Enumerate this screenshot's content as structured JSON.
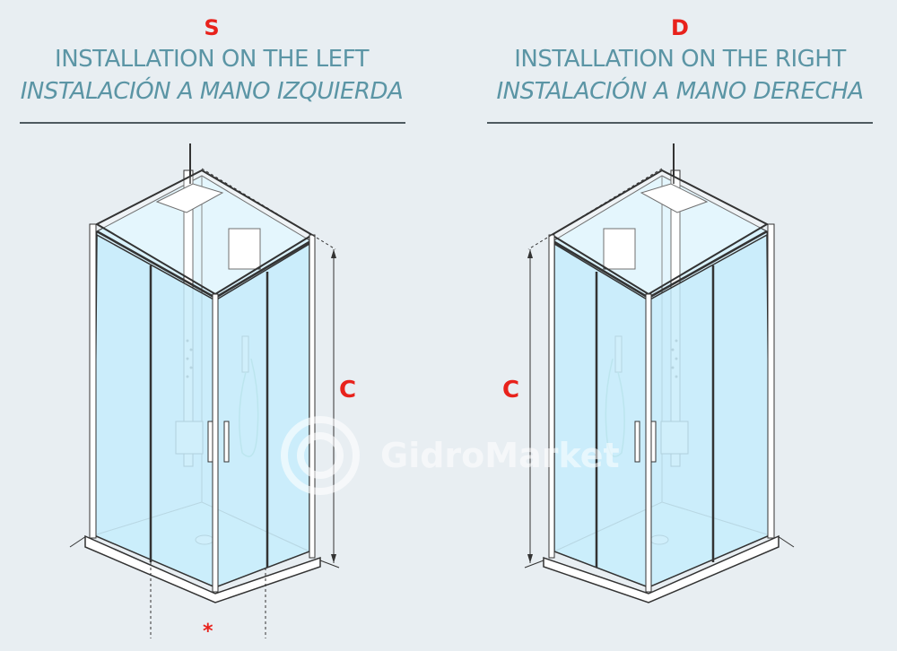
{
  "left": {
    "code": "S",
    "title_en": "INSTALLATION ON THE LEFT",
    "title_es": "INSTALACIÓN A MANO IZQUIERDA",
    "dimension_label": "C",
    "note_mark": "*"
  },
  "right": {
    "code": "D",
    "title_en": "INSTALLATION ON THE RIGHT",
    "title_es": "INSTALACIÓN A MANO DERECHA",
    "dimension_label": "C"
  },
  "watermark": "GidroMarket",
  "colors": {
    "accent_text": "#5b95a5",
    "red": "#e8221c",
    "glass": "#c8ecfa",
    "background": "#e8eef2"
  }
}
